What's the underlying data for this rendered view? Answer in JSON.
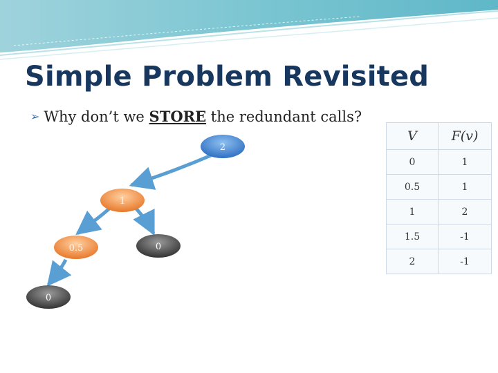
{
  "slide": {
    "title": "Simple Problem Revisited",
    "bullet": {
      "icon": "bullet-arrow-icon",
      "prefix": "Why don’t we ",
      "emphasis": "STORE",
      "suffix": " the redundant calls?"
    }
  },
  "tree": {
    "nodes": [
      {
        "id": "n2",
        "label": "2",
        "color": "#3b7fd1"
      },
      {
        "id": "n1",
        "label": "1",
        "color": "#f08c3c"
      },
      {
        "id": "n05",
        "label": "0.5",
        "color": "#f08c3c"
      },
      {
        "id": "n0a",
        "label": "0",
        "color": "#4a4a4a"
      },
      {
        "id": "n0b",
        "label": "0",
        "color": "#4a4a4a"
      }
    ],
    "edges": [
      [
        "n2",
        "n1"
      ],
      [
        "n1",
        "n05"
      ],
      [
        "n1",
        "n0a"
      ],
      [
        "n05",
        "n0b"
      ]
    ],
    "edge_color": "#5a9fd4"
  },
  "table": {
    "headers": [
      "V",
      "F(v)"
    ],
    "rows": [
      [
        "0",
        "1"
      ],
      [
        "0.5",
        "1"
      ],
      [
        "1",
        "2"
      ],
      [
        "1.5",
        "-1"
      ],
      [
        "2",
        "-1"
      ]
    ]
  }
}
